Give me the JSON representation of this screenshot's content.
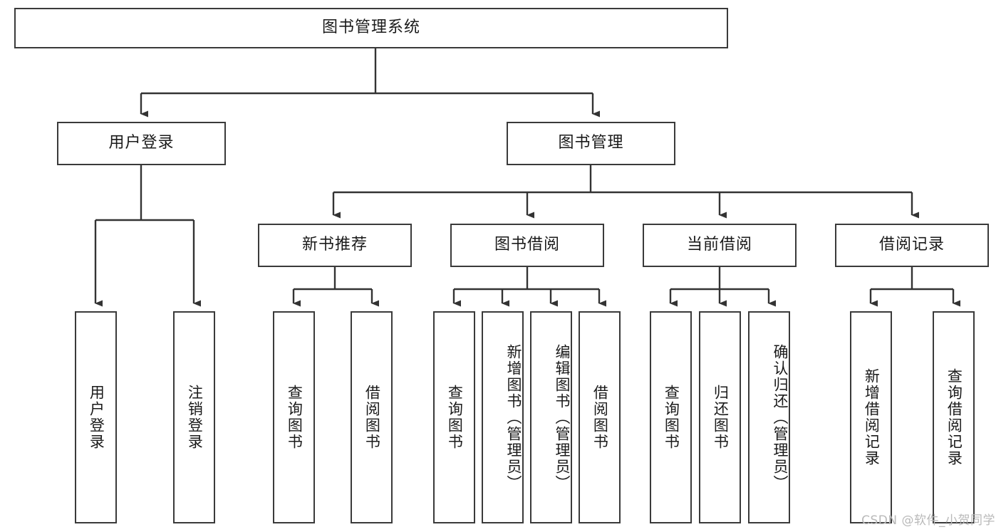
{
  "diagram": {
    "title": "图书管理系统",
    "type": "tree",
    "watermark": "CSDN @软件_小贺同学",
    "colors": {
      "box_border": "#3a3a3a",
      "box_fill": "#ffffff",
      "connector": "#333333",
      "text": "#1a1a1a",
      "watermark": "#b9b9b9",
      "background": "#ffffff"
    },
    "levels": {
      "root": "图书管理系统",
      "level2": [
        "用户登录",
        "图书管理"
      ],
      "level3": [
        "新书推荐",
        "图书借阅",
        "当前借阅",
        "借阅记录"
      ]
    },
    "nodes": {
      "root": {
        "label": "图书管理系统",
        "orientation": "horizontal"
      },
      "user_login": {
        "label": "用户登录",
        "orientation": "horizontal"
      },
      "book_manage": {
        "label": "图书管理",
        "orientation": "horizontal"
      },
      "new_book_rec": {
        "label": "新书推荐",
        "orientation": "horizontal"
      },
      "book_borrow": {
        "label": "图书借阅",
        "orientation": "horizontal"
      },
      "current_borrow": {
        "label": "当前借阅",
        "orientation": "horizontal"
      },
      "borrow_record": {
        "label": "借阅记录",
        "orientation": "horizontal"
      },
      "leaf_user_login": {
        "label": "用户登录",
        "orientation": "vertical"
      },
      "leaf_logout": {
        "label": "注销登录",
        "orientation": "vertical"
      },
      "leaf_query_book_rec": {
        "label": "查询图书",
        "orientation": "vertical"
      },
      "leaf_borrow_book_rec": {
        "label": "借阅图书",
        "orientation": "vertical"
      },
      "leaf_query_book_b": {
        "label": "查询图书",
        "orientation": "vertical"
      },
      "leaf_add_book": {
        "label": "新增图书（管理员）",
        "orientation": "vertical"
      },
      "leaf_edit_book": {
        "label": "编辑图书（管理员）",
        "orientation": "vertical"
      },
      "leaf_borrow_book_b": {
        "label": "借阅图书",
        "orientation": "vertical"
      },
      "leaf_query_book_c": {
        "label": "查询图书",
        "orientation": "vertical"
      },
      "leaf_return_book": {
        "label": "归还图书",
        "orientation": "vertical"
      },
      "leaf_confirm_return": {
        "label": "确认归还（管理员）",
        "orientation": "vertical"
      },
      "leaf_add_record": {
        "label": "新增借阅记录",
        "orientation": "vertical"
      },
      "leaf_query_record": {
        "label": "查询借阅记录",
        "orientation": "vertical"
      }
    },
    "edges": [
      {
        "from": "root",
        "to": "user_login"
      },
      {
        "from": "root",
        "to": "book_manage"
      },
      {
        "from": "user_login",
        "to": "leaf_user_login"
      },
      {
        "from": "user_login",
        "to": "leaf_logout"
      },
      {
        "from": "book_manage",
        "to": "new_book_rec"
      },
      {
        "from": "book_manage",
        "to": "book_borrow"
      },
      {
        "from": "book_manage",
        "to": "current_borrow"
      },
      {
        "from": "book_manage",
        "to": "borrow_record"
      },
      {
        "from": "new_book_rec",
        "to": "leaf_query_book_rec"
      },
      {
        "from": "new_book_rec",
        "to": "leaf_borrow_book_rec"
      },
      {
        "from": "book_borrow",
        "to": "leaf_query_book_b"
      },
      {
        "from": "book_borrow",
        "to": "leaf_add_book"
      },
      {
        "from": "book_borrow",
        "to": "leaf_edit_book"
      },
      {
        "from": "book_borrow",
        "to": "leaf_borrow_book_b"
      },
      {
        "from": "current_borrow",
        "to": "leaf_query_book_c"
      },
      {
        "from": "current_borrow",
        "to": "leaf_return_book"
      },
      {
        "from": "current_borrow",
        "to": "leaf_confirm_return"
      },
      {
        "from": "borrow_record",
        "to": "leaf_add_record"
      },
      {
        "from": "borrow_record",
        "to": "leaf_query_record"
      }
    ]
  }
}
